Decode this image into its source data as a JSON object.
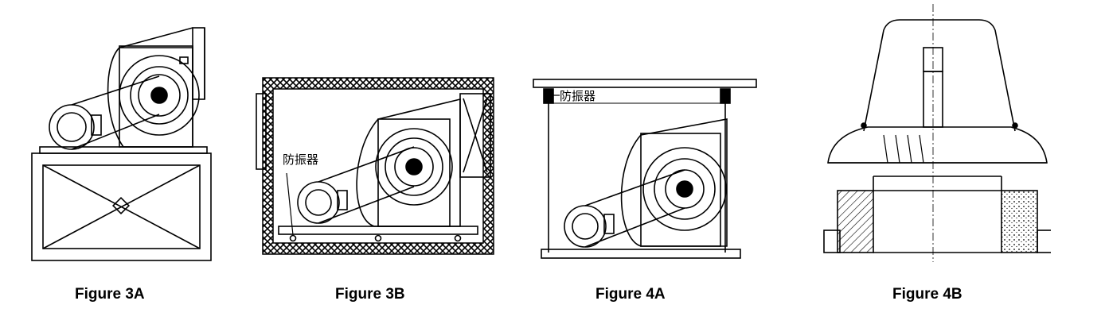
{
  "figures": [
    {
      "id": "3A",
      "caption": "Figure 3A"
    },
    {
      "id": "3B",
      "caption": "Figure 3B",
      "label": "防振器"
    },
    {
      "id": "4A",
      "caption": "Figure 4A",
      "label": "防振器"
    },
    {
      "id": "4B",
      "caption": "Figure 4B"
    }
  ],
  "colors": {
    "ink": "#000000",
    "paper": "#ffffff"
  }
}
